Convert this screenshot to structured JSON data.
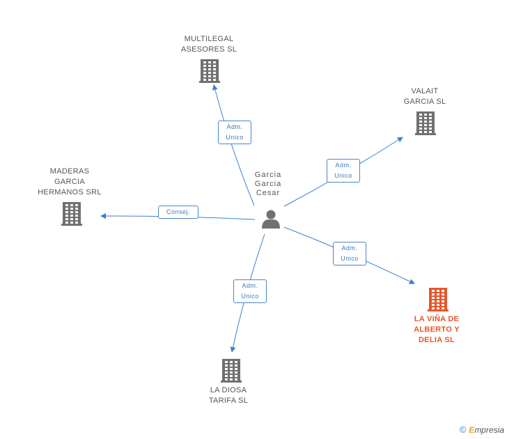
{
  "center": {
    "lines": [
      "Garcia",
      "Garcia",
      "Cesar"
    ]
  },
  "companies": [
    {
      "id": "multilegal",
      "lines": [
        "MULTILEGAL",
        "ASESORES SL"
      ],
      "highlight": false
    },
    {
      "id": "valait",
      "lines": [
        "VALAIT",
        "GARCIA  SL"
      ],
      "highlight": false
    },
    {
      "id": "maderas",
      "lines": [
        "MADERAS",
        "GARCIA",
        "HERMANOS SRL"
      ],
      "highlight": false
    },
    {
      "id": "vina",
      "lines": [
        "LA VIÑA DE",
        "ALBERTO Y",
        "DELIA  SL"
      ],
      "highlight": true
    },
    {
      "id": "diosa",
      "lines": [
        "LA DIOSA",
        "TARIFA  SL"
      ],
      "highlight": false
    }
  ],
  "relations": [
    {
      "to": "multilegal",
      "lines": [
        "Adm.",
        "Unico"
      ]
    },
    {
      "to": "valait",
      "lines": [
        "Adm.",
        "Unico"
      ]
    },
    {
      "to": "maderas",
      "lines": [
        "Consej."
      ]
    },
    {
      "to": "vina",
      "lines": [
        "Adm.",
        "Unico"
      ]
    },
    {
      "to": "diosa",
      "lines": [
        "Adm.",
        "Unico"
      ]
    }
  ],
  "colors": {
    "edge": "#3a80d0",
    "building": "#707070",
    "highlight": "#e8562a"
  },
  "icons": {
    "company": "building-icon",
    "person": "person-icon"
  },
  "footer": {
    "copyright": "©",
    "brand_first": "E",
    "brand_rest": "mpresia"
  }
}
